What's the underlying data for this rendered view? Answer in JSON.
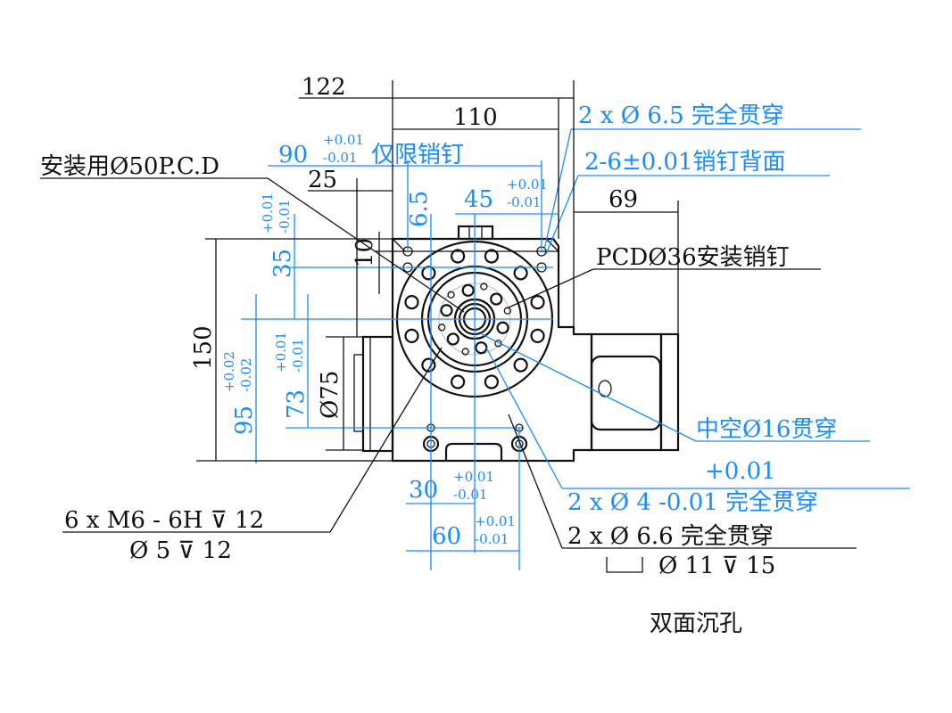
{
  "dims": {
    "d122": "122",
    "d110": "110",
    "d90": "90",
    "d90_tol_plus": "+0.01",
    "d90_tol_minus": "-0.01",
    "d90_note": "仅限销钉",
    "d25": "25",
    "d6_5": "6.5",
    "d45": "45",
    "d45_tol_plus": "+0.01",
    "d45_tol_minus": "-0.01",
    "d69": "69",
    "d10": "10",
    "d35": "35",
    "d35_tol_plus": "+0.01",
    "d35_tol_minus": "-0.01",
    "d150": "150",
    "d95": "95",
    "d95_tol_plus": "+0.02",
    "d95_tol_minus": "-0.02",
    "d73": "73",
    "d73_tol_plus": "+0.01",
    "d73_tol_minus": "-0.01",
    "d75": "Ø75",
    "d30": "30",
    "d30_tol_plus": "+0.01",
    "d30_tol_minus": "-0.01",
    "d60": "60",
    "d60_tol_plus": "+0.01",
    "d60_tol_minus": "-0.01"
  },
  "notes": {
    "mount_pcd": "安装用Ø50P.C.D",
    "hole_6_5": "2 x  Ø  6.5 完全贯穿",
    "pin_back": "2-6±0.01销钉背面",
    "pcd36": "PCDØ36安装销钉",
    "hollow": "中空Ø16贯穿",
    "hole_4_tol": "+0.01",
    "hole_4": "2 x  Ø  4 -0.01 完全贯穿",
    "hole_6_6": "2 x  Ø  6.6 完全贯穿",
    "counterbore": "Ø  11  ⊽  15",
    "counterbore_symbol": "⌴",
    "thread": "6 x   M6  - 6H  ⊽  12",
    "thread_drill": "Ø  5  ⊽  12",
    "double_side": "双面沉孔"
  }
}
